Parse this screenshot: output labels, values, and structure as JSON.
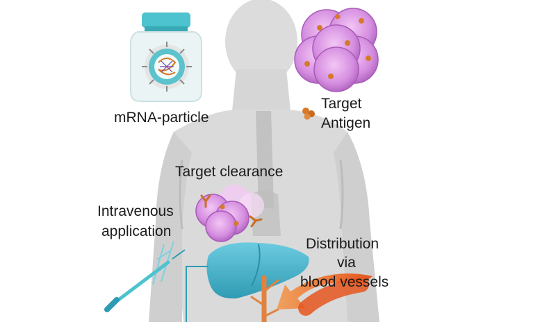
{
  "labels": {
    "mrna_particle": "mRNA-particle",
    "target_antigen_line1": "Target",
    "target_antigen_line2": "Antigen",
    "target_clearance": "Target clearance",
    "intravenous_line1": "Intravenous",
    "intravenous_line2": "application",
    "distribution_line1": "Distribution",
    "distribution_line2": "via",
    "distribution_line3": "blood vessels"
  },
  "colors": {
    "body": "#d9d9d9",
    "body_shadow": "#c4c4c4",
    "vial_cap": "#4cc3cf",
    "liver": "#46b2c6",
    "cell": "#cc7ed6",
    "cell_core": "#b45fc3",
    "antigen": "#d67a2a",
    "arrow": "#e8662a",
    "vessel": "#e3823f"
  },
  "icons": {
    "vial": "vial-icon",
    "cell_cluster": "cell-cluster-icon",
    "antigen": "antigen-icon",
    "liver": "liver-icon",
    "syringe": "syringe-icon",
    "arrow": "distribution-arrow-icon"
  }
}
